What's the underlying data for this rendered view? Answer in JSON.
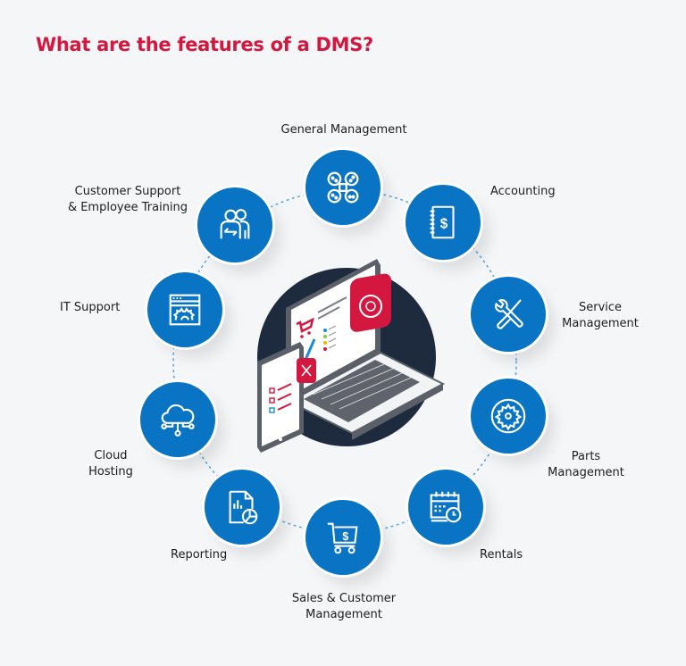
{
  "title": "What are the features of a DMS?",
  "colors": {
    "title": "#d3173f",
    "node_fill": "#0a74c4",
    "center_circle": "#1e2a3e",
    "accent_red": "#d3173f",
    "background": "#f5f6f8"
  },
  "features": [
    {
      "id": "general-management",
      "label_line1": "General Management",
      "label_line2": "",
      "icon": "command-key-icon"
    },
    {
      "id": "accounting",
      "label_line1": "Accounting",
      "label_line2": "",
      "icon": "ledger-dollar-icon"
    },
    {
      "id": "service-management",
      "label_line1": "Service",
      "label_line2": "Management",
      "icon": "wrench-screwdriver-icon"
    },
    {
      "id": "parts-management",
      "label_line1": "Parts",
      "label_line2": "Management",
      "icon": "gear-icon"
    },
    {
      "id": "rentals",
      "label_line1": "Rentals",
      "label_line2": "",
      "icon": "calendar-clock-icon"
    },
    {
      "id": "sales-customer-management",
      "label_line1": "Sales & Customer",
      "label_line2": "Management",
      "icon": "shopping-cart-dollar-icon"
    },
    {
      "id": "reporting",
      "label_line1": "Reporting",
      "label_line2": "",
      "icon": "report-chart-icon"
    },
    {
      "id": "cloud-hosting",
      "label_line1": "Cloud",
      "label_line2": "Hosting",
      "icon": "cloud-network-icon"
    },
    {
      "id": "it-support",
      "label_line1": "IT Support",
      "label_line2": "",
      "icon": "browser-gear-icon"
    },
    {
      "id": "customer-support-training",
      "label_line1": "Customer Support",
      "label_line2": "& Employee Training",
      "icon": "two-people-icon"
    }
  ],
  "center_illustration": "laptop-tablet-dms-illustration"
}
